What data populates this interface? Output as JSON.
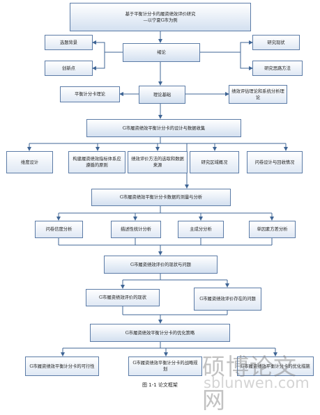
{
  "colors": {
    "stroke": "#5b7ba6",
    "arrow": "#3f6595",
    "box_fill": "#dfe8f4"
  },
  "nodes": {
    "title": "基于平衡计分卡的履资绩效评价研究\n—以宁夏G市为例",
    "research_background": "选题背景",
    "innovation": "创新点",
    "introduction": "绪论",
    "research_status": "研究现状",
    "research_methods": "研究思路方法",
    "bsc_theory": "平衡计分卡理论",
    "theoretical_basis": "理论基础",
    "performance_theory": "绩效评估理论和系统分析理论",
    "design_collection": "G市履资绩效平衡计分卡的设计与数据收集",
    "dimension_design": "维度设计",
    "indicator_principles": "构建履资绩效指标体系应遵循的原则",
    "method_data_source": "绩效评价方法的选取和数据来源",
    "study_area": "研究区域概况",
    "questionnaire_design": "问卷设计与回收情况",
    "measurement_analysis": "G市履资绩效平衡计分卡数据的测量与分析",
    "reliability_analysis": "问卷信度分析",
    "descriptive_stats": "描述性统计分析",
    "principal_component": "主成分分析",
    "anova": "单因素方差分析",
    "status_problems": "G市履资绩效评价的现状与问题",
    "current_status": "G市履资绩效评价的现状",
    "existing_problems": "G市履资绩效评价存在的问题",
    "optimization": "G市履资绩效平衡计分卡的优化策略",
    "feasibility": "G市履资绩效平衡计分卡的可行性",
    "strategic_planning": "G市履资绩效平衡计分卡的战略规划",
    "optimization_measures": "G市履资绩效平衡计分卡的优化措施"
  },
  "caption": "图 1-1 论文框架",
  "watermark": {
    "main": "硕博论文网",
    "url": "sblunwen.com"
  }
}
